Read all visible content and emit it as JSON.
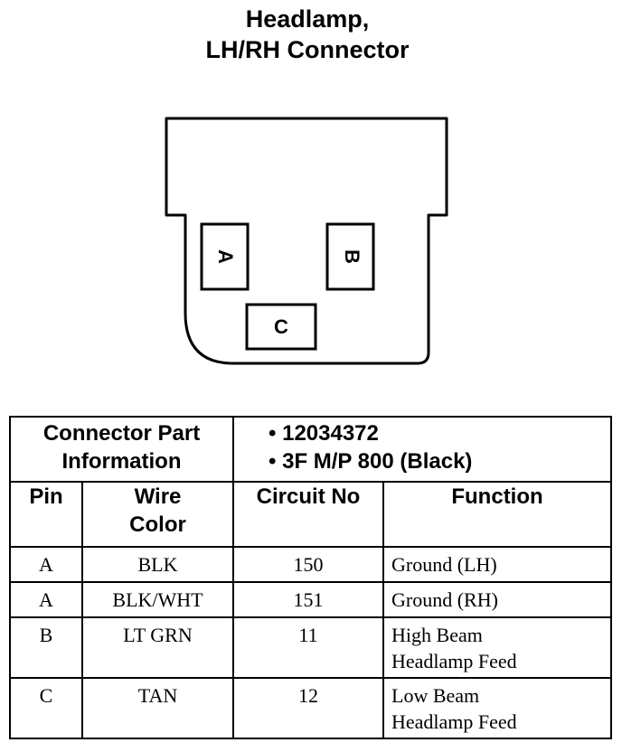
{
  "title": {
    "line1": "Headlamp,",
    "line2": "LH/RH Connector"
  },
  "connector": {
    "pins": [
      "A",
      "B",
      "C"
    ]
  },
  "table": {
    "part_info_label_line1": "Connector Part",
    "part_info_label_line2": "Information",
    "part_numbers": [
      "12034372",
      "3F M/P 800 (Black)"
    ],
    "columns": {
      "pin": "Pin",
      "wire_color_line1": "Wire",
      "wire_color_line2": "Color",
      "circuit": "Circuit No",
      "function": "Function"
    },
    "rows": [
      {
        "pin": "A",
        "wire": "BLK",
        "circuit": "150",
        "function_line1": "Ground (LH)",
        "function_line2": ""
      },
      {
        "pin": "A",
        "wire": "BLK/WHT",
        "circuit": "151",
        "function_line1": "Ground (RH)",
        "function_line2": ""
      },
      {
        "pin": "B",
        "wire": "LT GRN",
        "circuit": "11",
        "function_line1": "High Beam",
        "function_line2": "Headlamp Feed"
      },
      {
        "pin": "C",
        "wire": "TAN",
        "circuit": "12",
        "function_line1": "Low Beam",
        "function_line2": "Headlamp Feed"
      }
    ]
  }
}
